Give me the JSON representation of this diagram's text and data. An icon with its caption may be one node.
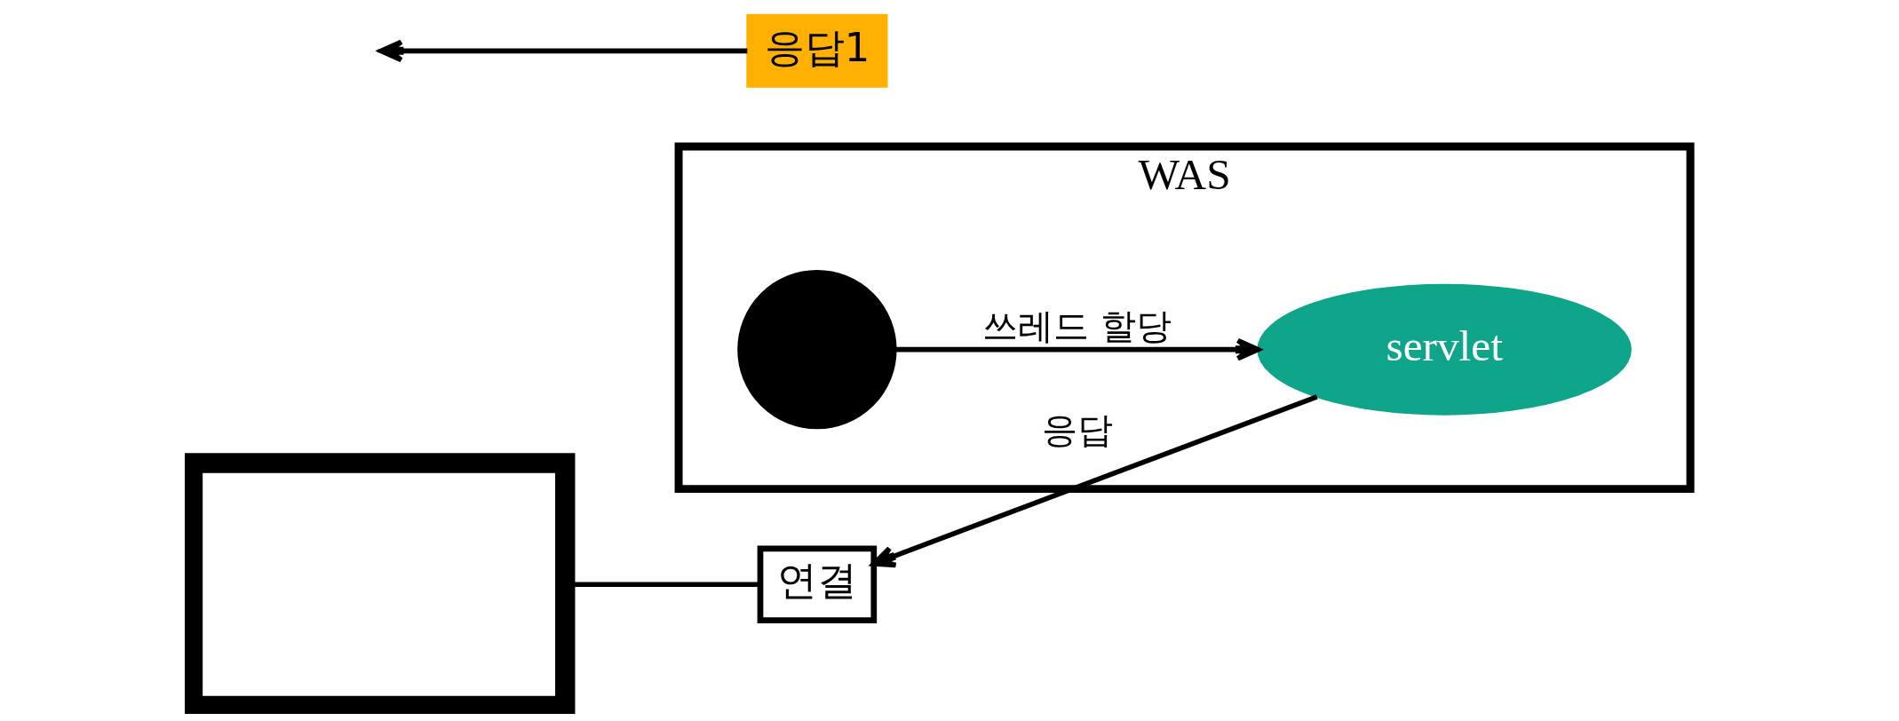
{
  "diagram": {
    "nodes": [
      {
        "text": [
          "WAS"
        ]
      },
      {
        "text": [],
        "shape": "monitor"
      },
      {
        "text": [
          "연결"
        ]
      },
      {
        "text": [
          "응답1"
        ]
      },
      {
        "text": [
          "servlet"
        ],
        "in": 0
      },
      {
        "text": [],
        "shape": "circle",
        "in": 0
      }
    ],
    "edges": [
      {
        "from": 1,
        "to": 2,
        "arrow": "none"
      },
      {
        "from": 4,
        "to": 2,
        "arrow": "to",
        "label": "응답"
      },
      {
        "from": 5,
        "to": 4,
        "arrow": "to",
        "label": "쓰레드 할당"
      },
      {
        "from": 3,
        "to": null,
        "arrow": "to"
      }
    ]
  }
}
